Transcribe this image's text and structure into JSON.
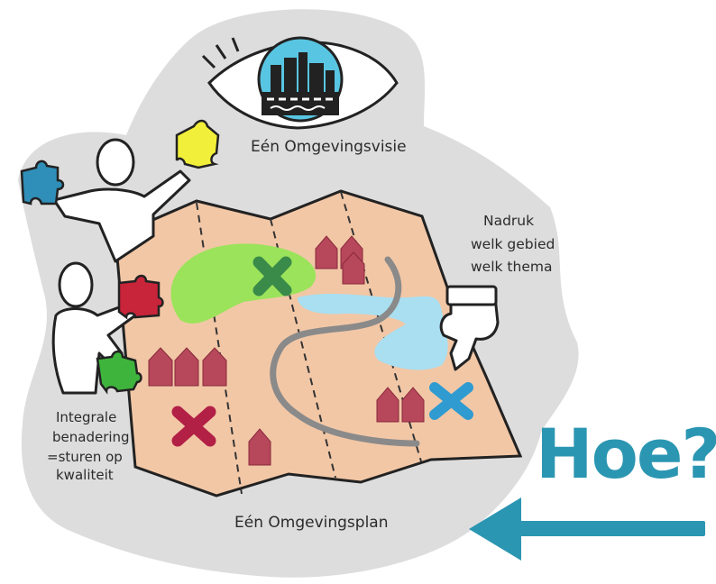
{
  "labels": {
    "vision": "Eén Omgevingsvisie",
    "emphasis": [
      "Nadruk",
      "welk gebied",
      "welk thema"
    ],
    "integral": [
      "Integrale",
      "benadering",
      "=sturen op",
      "kwaliteit"
    ],
    "plan": "Eén Omgevingsplan",
    "question": "Hoe?"
  },
  "icons": {
    "eye": "eye-icon",
    "city": "city-skyline-icon",
    "puzzle": "puzzle-piece-icon",
    "person": "person-icon",
    "house": "house-icon",
    "cross": "cross-icon",
    "pointing_hand": "pointing-hand-icon",
    "arrow": "arrow-left-icon"
  },
  "colors": {
    "background_blob": "#dddddd",
    "map_paper": "#f2c7a6",
    "green_zone": "#9be35a",
    "water": "#a9dff1",
    "house": "#b7475a",
    "cross_red": "#b22046",
    "cross_green": "#3a8a4a",
    "cross_blue": "#2f9bd1",
    "road": "#8a8a8a",
    "accent_teal": "#2b96b2",
    "puzzle_yellow": "#f2ef3a",
    "puzzle_blue": "#2f8fb9",
    "puzzle_red": "#c8243a",
    "puzzle_green": "#3fb43c"
  }
}
